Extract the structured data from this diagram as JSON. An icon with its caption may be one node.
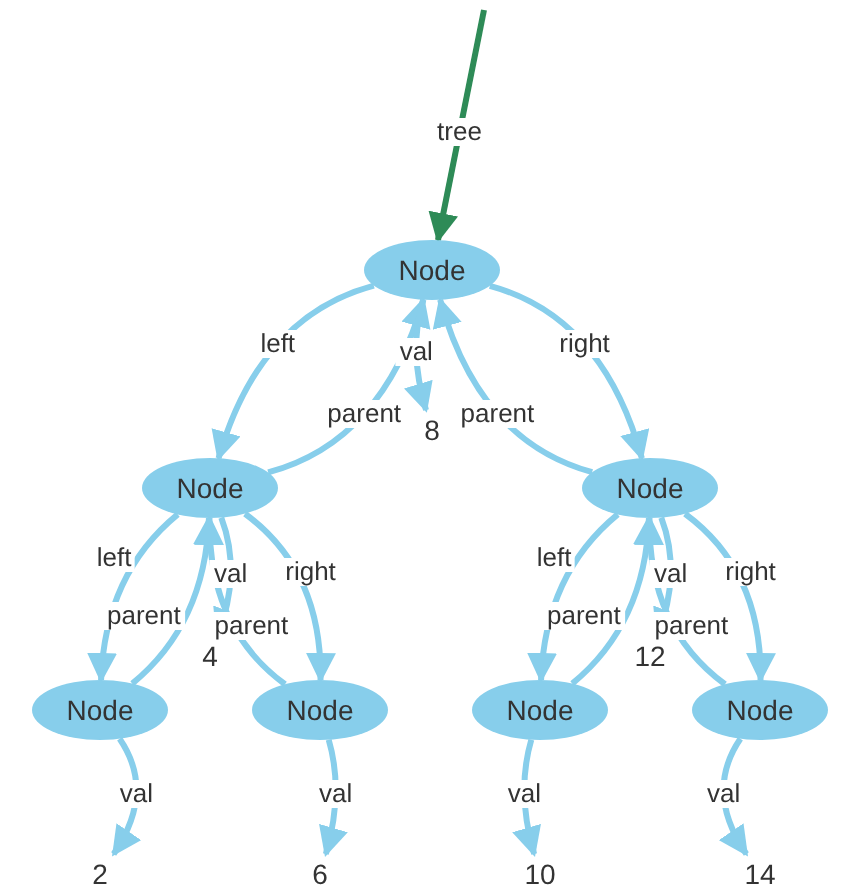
{
  "diagram": {
    "nodes": [
      {
        "text": [
          "Node"
        ]
      },
      {
        "text": [
          "8"
        ]
      },
      {
        "text": [
          "Node"
        ]
      },
      {
        "text": [
          "Node"
        ]
      },
      {
        "text": [
          "4"
        ]
      },
      {
        "text": [
          "12"
        ]
      },
      {
        "text": [
          "Node"
        ]
      },
      {
        "text": [
          "Node"
        ]
      },
      {
        "text": [
          "Node"
        ]
      },
      {
        "text": [
          "Node"
        ]
      },
      {
        "text": [
          "2"
        ]
      },
      {
        "text": [
          "6"
        ]
      },
      {
        "text": [
          "10"
        ]
      },
      {
        "text": [
          "14"
        ]
      }
    ],
    "edges": [
      {
        "from": null,
        "to": 0,
        "arrow": "to",
        "label": "tree",
        "color": "#2e8b57"
      },
      {
        "from": 0,
        "to": 2,
        "arrow": "to",
        "label": "left"
      },
      {
        "from": 2,
        "to": 0,
        "arrow": "to",
        "label": "parent"
      },
      {
        "from": 0,
        "to": 1,
        "arrow": "to",
        "label": "val"
      },
      {
        "from": 0,
        "to": 3,
        "arrow": "to",
        "label": "right"
      },
      {
        "from": 3,
        "to": 0,
        "arrow": "to",
        "label": "parent"
      },
      {
        "from": 2,
        "to": 6,
        "arrow": "to",
        "label": "left"
      },
      {
        "from": 6,
        "to": 2,
        "arrow": "to",
        "label": "parent"
      },
      {
        "from": 2,
        "to": 4,
        "arrow": "to",
        "label": "val"
      },
      {
        "from": 2,
        "to": 7,
        "arrow": "to",
        "label": "right"
      },
      {
        "from": 7,
        "to": 2,
        "arrow": "to",
        "label": "parent"
      },
      {
        "from": 3,
        "to": 8,
        "arrow": "to",
        "label": "left"
      },
      {
        "from": 8,
        "to": 3,
        "arrow": "to",
        "label": "parent"
      },
      {
        "from": 3,
        "to": 5,
        "arrow": "to",
        "label": "val"
      },
      {
        "from": 3,
        "to": 9,
        "arrow": "to",
        "label": "right"
      },
      {
        "from": 9,
        "to": 3,
        "arrow": "to",
        "label": "parent"
      },
      {
        "from": 6,
        "to": 10,
        "arrow": "to",
        "label": "val"
      },
      {
        "from": 7,
        "to": 11,
        "arrow": "to",
        "label": "val"
      },
      {
        "from": 8,
        "to": 12,
        "arrow": "to",
        "label": "val"
      },
      {
        "from": 9,
        "to": 13,
        "arrow": "to",
        "label": "val"
      }
    ]
  }
}
